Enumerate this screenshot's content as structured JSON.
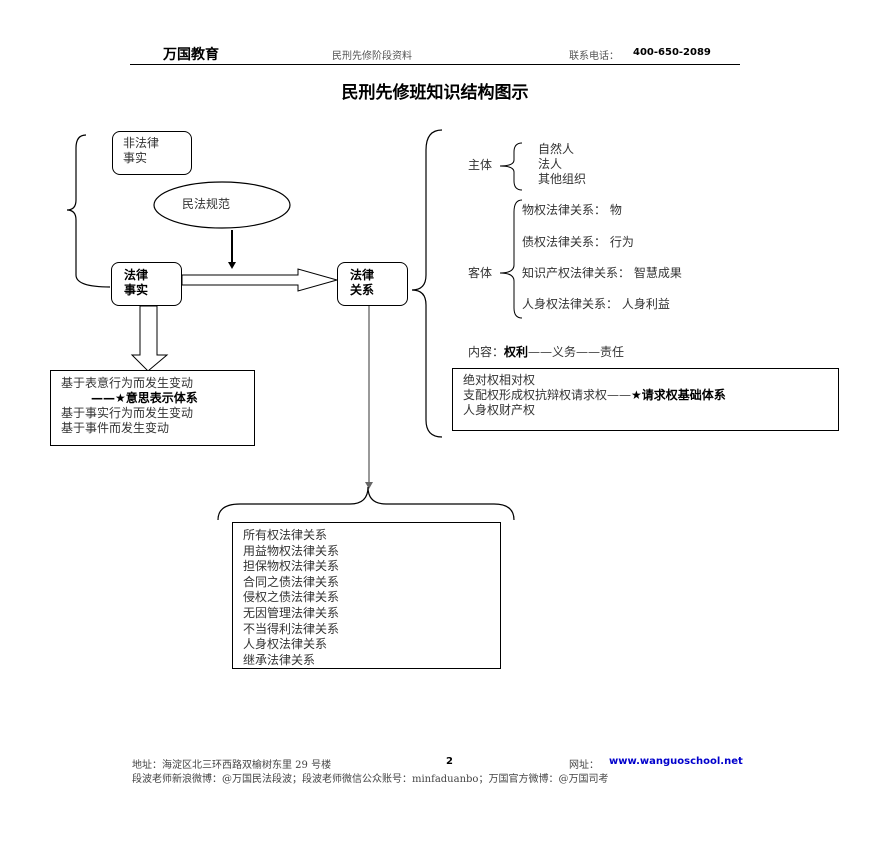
{
  "header": {
    "brand": "万国教育",
    "subtitle": "民刑先修阶段资料",
    "phone_label": "联系电话：",
    "phone": "400-650-2089"
  },
  "title": "民刑先修班知识结构图示",
  "left": {
    "non_legal_fact": [
      "非法律",
      "事实"
    ],
    "civil_norm": "民法规范",
    "legal_fact": [
      "法律",
      "事实"
    ],
    "changes": [
      "基于表意行为而发生变动",
      "——★意思表示体系",
      "基于事实行为而发生变动",
      "基于事件而发生变动"
    ]
  },
  "legal_relation": [
    "法律",
    "关系"
  ],
  "right": {
    "subject_label": "主体",
    "subjects": [
      "自然人",
      "法人",
      "其他组织"
    ],
    "object_label": "客体",
    "objects": [
      "物权法律关系：  物",
      "债权法律关系：  行为",
      "知识产权法律关系：  智慧成果",
      "人身权法律关系：  人身利益"
    ],
    "content_label": "内容：",
    "content_bold": "权利",
    "content_rest": "——义务——责任",
    "rights_box": {
      "line1": "绝对权相对权",
      "line2": "支配权形成权抗辩权请求权——",
      "line2_bold": "★请求权基础体系",
      "line3": "人身权财产权"
    }
  },
  "relations": [
    "所有权法律关系",
    "用益物权法律关系",
    "担保物权法律关系",
    "合同之债法律关系",
    "侵权之债法律关系",
    "无因管理法律关系",
    "不当得利法律关系",
    "人身权法律关系",
    "继承法律关系"
  ],
  "footer": {
    "address": "地址：海淀区北三环西路双榆树东里 29 号楼",
    "page": "2",
    "site_label": "网址：",
    "site": "www.wanguoschool.net",
    "line2": "段波老师新浪微博：@万国民法段波；段波老师微信公众账号：minfaduanbo；万国官方微博：@万国司考"
  }
}
